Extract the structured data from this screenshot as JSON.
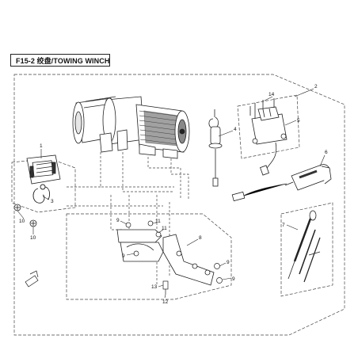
{
  "diagram": {
    "title": "F15-2 绞盘/TOWING WINCH",
    "callouts": {
      "c1": "1",
      "c2": "2",
      "c3": "3",
      "c4": "4",
      "c5": "5",
      "c6": "6",
      "c7": "7",
      "c8": "8",
      "c9a": "9",
      "c9b": "9",
      "c9c": "9",
      "c9d": "9",
      "c10a": "10",
      "c10b": "10",
      "c11a": "11",
      "c11b": "11",
      "c12": "12",
      "c13": "13",
      "c14": "14"
    },
    "colors": {
      "line": "#222222",
      "dash": "#444444",
      "fill_dark": "#333333",
      "fill_light": "#eeeeee"
    },
    "icons": {
      "front_arrow": "front-direction-arrow-icon"
    }
  }
}
